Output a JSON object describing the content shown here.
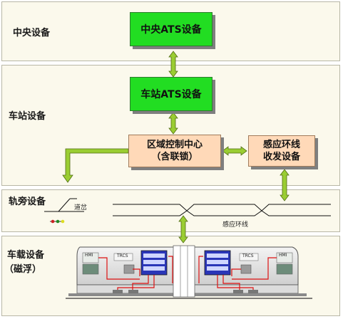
{
  "sections": {
    "central": "中央设备",
    "station": "车站设备",
    "trackside": "轨旁设备",
    "vehicle_line1": "车载设备",
    "vehicle_line2": "（磁浮）"
  },
  "boxes": {
    "central_ats": "中央ATS设备",
    "station_ats": "车站ATS设备",
    "zone_control_line1": "区域控制中心",
    "zone_control_line2": "（含联锁）",
    "loop_line1": "感应环线",
    "loop_line2": "收发设备"
  },
  "trackside": {
    "turnout_label": "道岔",
    "loop_label": "感应环线"
  },
  "vehicle": {
    "left_cab_label": "HMI",
    "left_unit_label": "TRCS",
    "right_unit_label": "TRCS",
    "right_cab_label": "HMI"
  },
  "colors": {
    "green_box": "#22dd22",
    "peach_box": "#ffd9b8",
    "arrow_fill": "#9acd32",
    "section_bg": "#fbf9ec"
  }
}
